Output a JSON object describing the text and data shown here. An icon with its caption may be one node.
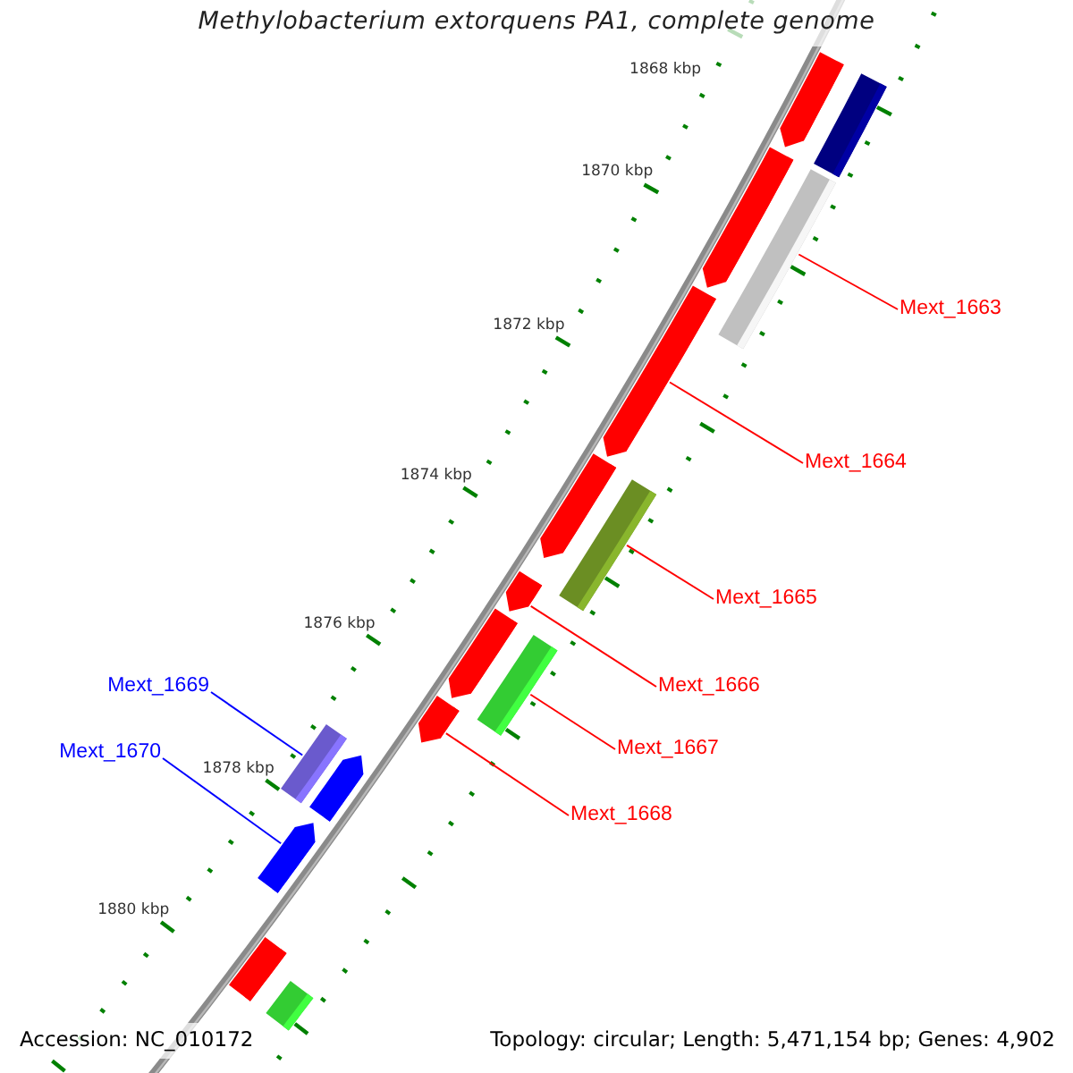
{
  "diagram": {
    "title": "Methylobacterium extorquens PA1, complete genome",
    "nodes": [
      {
        "text": [
          "Mext_1663"
        ]
      },
      {
        "text": [
          "Mext_1664"
        ]
      },
      {
        "text": [
          "Mext_1665"
        ]
      },
      {
        "text": [
          "Mext_1666"
        ]
      },
      {
        "text": [
          "Mext_1667"
        ]
      },
      {
        "text": [
          "Mext_1668"
        ]
      },
      {
        "text": [
          "Mext_1669"
        ]
      },
      {
        "text": [
          "Mext_1670"
        ]
      },
      {
        "text": [],
        "shape": "arrow"
      },
      {
        "text": [],
        "shape": "bar"
      },
      {
        "text": [],
        "shape": "arrow"
      },
      {
        "text": [],
        "shape": "bar"
      },
      {
        "text": [],
        "shape": "arrow"
      },
      {
        "text": [],
        "shape": "arrow"
      },
      {
        "text": [],
        "shape": "bar"
      },
      {
        "text": [],
        "shape": "arrow"
      },
      {
        "text": [],
        "shape": "arrow"
      },
      {
        "text": [],
        "shape": "bar"
      },
      {
        "text": [],
        "shape": "arrow"
      },
      {
        "text": [],
        "shape": "bar"
      },
      {
        "text": [],
        "shape": "arrow"
      },
      {
        "text": [],
        "shape": "arrow"
      },
      {
        "text": [],
        "shape": "bar"
      },
      {
        "text": [],
        "shape": "bar"
      }
    ],
    "edges": [
      {
        "from": 0,
        "to": 11,
        "arrow": "none"
      },
      {
        "from": 1,
        "to": 12,
        "arrow": "none"
      },
      {
        "from": 2,
        "to": 14,
        "arrow": "none"
      },
      {
        "from": 3,
        "to": 15,
        "arrow": "none"
      },
      {
        "from": 4,
        "to": 17,
        "arrow": "none"
      },
      {
        "from": 5,
        "to": 18,
        "arrow": "none"
      },
      {
        "from": 6,
        "to": 19,
        "arrow": "none",
        "color": "#0000ff"
      },
      {
        "from": 7,
        "to": 21,
        "arrow": "none",
        "color": "#0000ff"
      }
    ],
    "labels": [
      "1868 kbp",
      "1870 kbp",
      "1872 kbp",
      "1874 kbp",
      "1876 kbp",
      "1878 kbp",
      "1880 kbp",
      "Accession: NC_010172",
      "Topology: circular; Length: 5,471,154 bp; Genes: 4,902"
    ]
  }
}
